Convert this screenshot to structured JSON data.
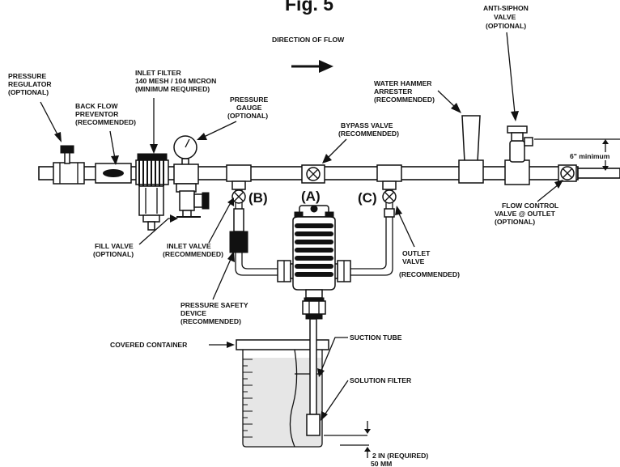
{
  "figure": {
    "title": "Fig. 5"
  },
  "labels": {
    "direction_of_flow": "DIRECTION OF FLOW",
    "anti_siphon": [
      "ANTI-SIPHON",
      "VALVE",
      "(OPTIONAL)"
    ],
    "pressure_regulator": [
      "PRESSURE",
      "REGULATOR",
      "(OPTIONAL)"
    ],
    "inlet_filter": [
      "INLET FILTER",
      "140 MESH / 104 MICRON",
      "(MINIMUM REQUIRED)"
    ],
    "back_flow_preventor": [
      "BACK FLOW",
      "PREVENTOR",
      "(RECOMMENDED)"
    ],
    "pressure_gauge": [
      "PRESSURE",
      "GAUGE",
      "(OPTIONAL)"
    ],
    "water_hammer": [
      "WATER HAMMER",
      "ARRESTER",
      "(RECOMMENDED)"
    ],
    "bypass_valve": [
      "BYPASS VALVE",
      "(RECOMMENDED)"
    ],
    "six_inch_minimum": "6\" minimum",
    "valve_a": "(A)",
    "valve_b": "(B)",
    "valve_c": "(C)",
    "flow_control_valve": [
      "FLOW CONTROL",
      "VALVE @ OUTLET",
      "(OPTIONAL)"
    ],
    "fill_valve": [
      "FILL VALVE",
      "(OPTIONAL)"
    ],
    "inlet_valve": [
      "INLET VALVE",
      "(RECOMMENDED)"
    ],
    "outlet_valve": [
      "OUTLET",
      "VALVE",
      "(RECOMMENDED)"
    ],
    "pressure_safety_device": [
      "PRESSURE SAFETY",
      "DEVICE",
      "(RECOMMENDED)"
    ],
    "covered_container": "COVERED CONTAINER",
    "suction_tube": "SUCTION TUBE",
    "solution_filter": "SOLUTION FILTER",
    "clearance": [
      "2 IN   (REQUIRED)",
      "50 MM"
    ]
  }
}
